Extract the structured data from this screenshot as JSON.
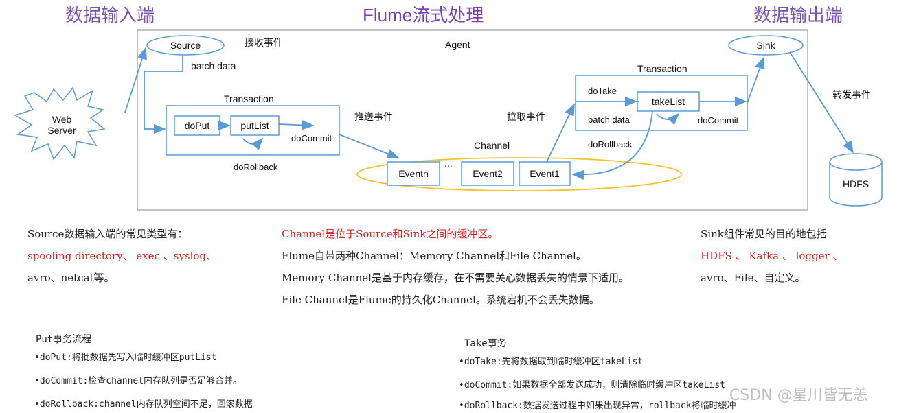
{
  "headers": {
    "input": "数据输入端",
    "center": "Flume流式处理",
    "output": "数据输出端"
  },
  "diagram": {
    "agent": "Agent",
    "source": "Source",
    "sink": "Sink",
    "web_server": [
      "Web",
      "Server"
    ],
    "hdfs": "HDFS",
    "receive_event": "接收事件",
    "batch_data_left": "batch data",
    "transaction_left": "Transaction",
    "doPut": "doPut",
    "putList": "putList",
    "doCommit_left": "doCommit",
    "doRollback_left": "doRollback",
    "push_event": "推送事件",
    "pull_event": "拉取事件",
    "channel": "Channel",
    "events": [
      "Eventn",
      "...",
      "Event2",
      "Event1"
    ],
    "transaction_right": "Transaction",
    "doTake": "doTake",
    "takeList": "takeList",
    "batch_data_right": "batch data",
    "doCommit_right": "doCommit",
    "doRollback_right": "doRollback",
    "forward_event": "转发事件"
  },
  "notes": {
    "source": {
      "line1": "Source数据输入端的常见类型有：",
      "line2": "spooling directory、 exec 、syslog、",
      "line3": "avro、netcat等。"
    },
    "channel": {
      "line1": "Channel是位于Source和Sink之间的缓冲区。",
      "line2": "Flume自带两种Channel：Memory Channel和File Channel。",
      "line3": "Memory Channel是基于内存缓存，在不需要关心数据丢失的情景下适用。",
      "line4": "File Channel是Flume的持久化Channel。系统宕机不会丢失数据。"
    },
    "sink": {
      "line1": "Sink组件常见的目的地包括",
      "line2": "HDFS 、 Kafka 、 logger 、",
      "line3": "avro、File、自定义。"
    },
    "put": {
      "title": "Put事务流程",
      "items": [
        "•doPut:将批数据先写入临时缓冲区putList",
        "•doCommit:检查channel内存队列是否足够合并。",
        "•doRollback:channel内存队列空间不足，回滚数据"
      ]
    },
    "take": {
      "title": "Take事务",
      "items": [
        "•doTake:先将数据取到临时缓冲区takeList",
        "•doCommit:如果数据全部发送成功，则清除临时缓冲区takeList",
        "•doRollback:数据发送过程中如果出现异常，rollback将临时缓冲"
      ]
    },
    "watermark": "CSDN @星川皆无恙"
  },
  "colors": {
    "arrow": "#5b9bd5",
    "channel_ellipse": "#f2c12e",
    "header": "#7a52b0",
    "red": "#e02020"
  }
}
